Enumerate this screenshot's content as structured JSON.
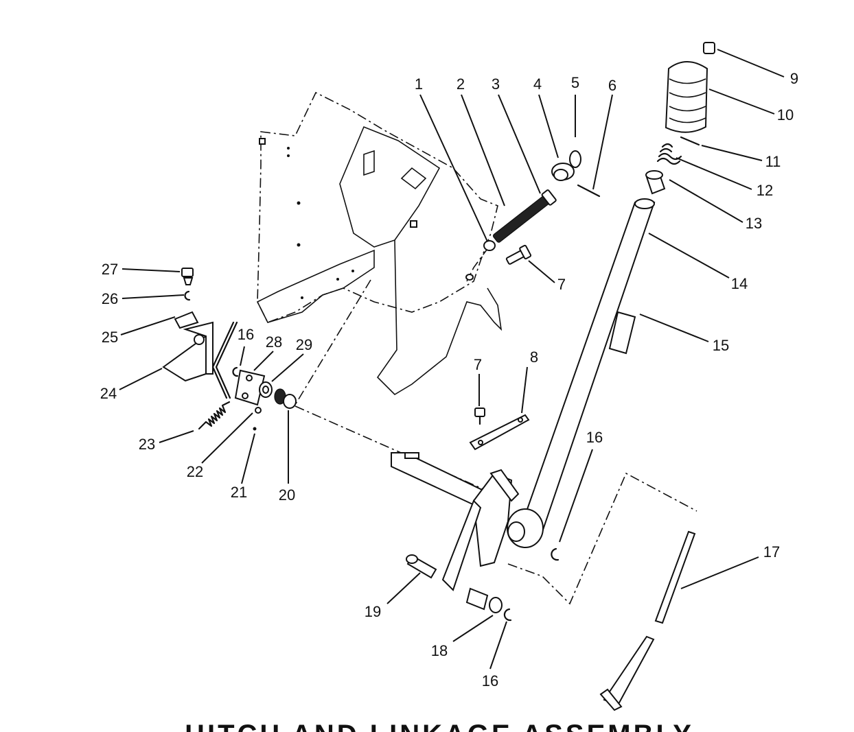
{
  "callouts": [
    {
      "id": "c1",
      "text": "1"
    },
    {
      "id": "c2",
      "text": "2"
    },
    {
      "id": "c3",
      "text": "3"
    },
    {
      "id": "c4",
      "text": "4"
    },
    {
      "id": "c5",
      "text": "5"
    },
    {
      "id": "c6",
      "text": "6"
    },
    {
      "id": "c7a",
      "text": "7"
    },
    {
      "id": "c7b",
      "text": "7"
    },
    {
      "id": "c8",
      "text": "8"
    },
    {
      "id": "c9",
      "text": "9"
    },
    {
      "id": "c10",
      "text": "10"
    },
    {
      "id": "c11",
      "text": "11"
    },
    {
      "id": "c12",
      "text": "12"
    },
    {
      "id": "c13",
      "text": "13"
    },
    {
      "id": "c14",
      "text": "14"
    },
    {
      "id": "c15",
      "text": "15"
    },
    {
      "id": "c16a",
      "text": "16"
    },
    {
      "id": "c16b",
      "text": "16"
    },
    {
      "id": "c16c",
      "text": "16"
    },
    {
      "id": "c17",
      "text": "17"
    },
    {
      "id": "c18",
      "text": "18"
    },
    {
      "id": "c19",
      "text": "19"
    },
    {
      "id": "c20",
      "text": "20"
    },
    {
      "id": "c21",
      "text": "21"
    },
    {
      "id": "c22",
      "text": "22"
    },
    {
      "id": "c23",
      "text": "23"
    },
    {
      "id": "c24",
      "text": "24"
    },
    {
      "id": "c25",
      "text": "25"
    },
    {
      "id": "c26",
      "text": "26"
    },
    {
      "id": "c27",
      "text": "27"
    },
    {
      "id": "c28",
      "text": "28"
    },
    {
      "id": "c29",
      "text": "29"
    }
  ],
  "caption": {
    "text": "HITCH AND LINKAGE ASSEMBLY"
  }
}
